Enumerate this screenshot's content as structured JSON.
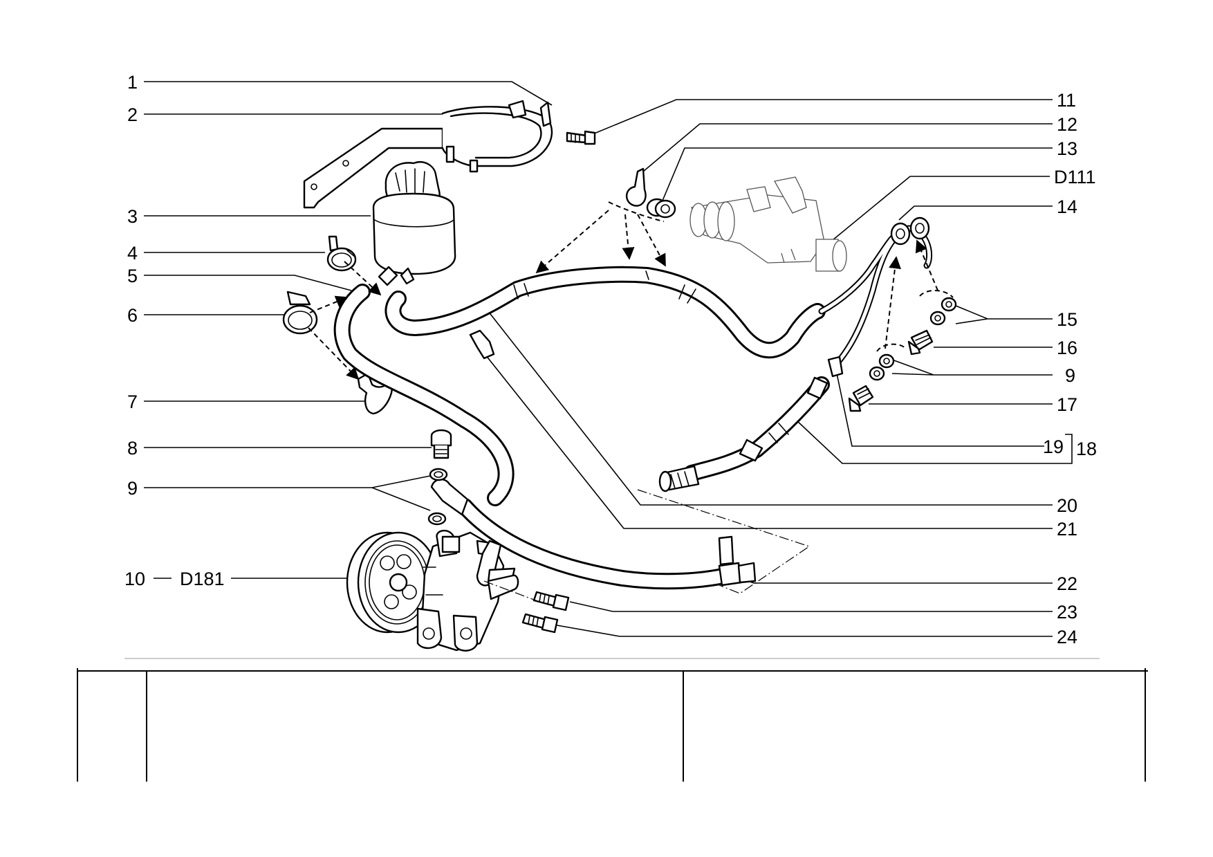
{
  "callouts_left": [
    "1",
    "2",
    "3",
    "4",
    "5",
    "6",
    "7",
    "8",
    "9"
  ],
  "callout_10": {
    "number": "10",
    "dash": "—",
    "ref": "D181"
  },
  "callouts_right": [
    "11",
    "12",
    "13",
    "D111",
    "14",
    "15",
    "16",
    "9",
    "17",
    "19",
    "18",
    "20",
    "21",
    "22",
    "23",
    "24"
  ],
  "title_block": {
    "cells": [
      "",
      "",
      ""
    ]
  }
}
